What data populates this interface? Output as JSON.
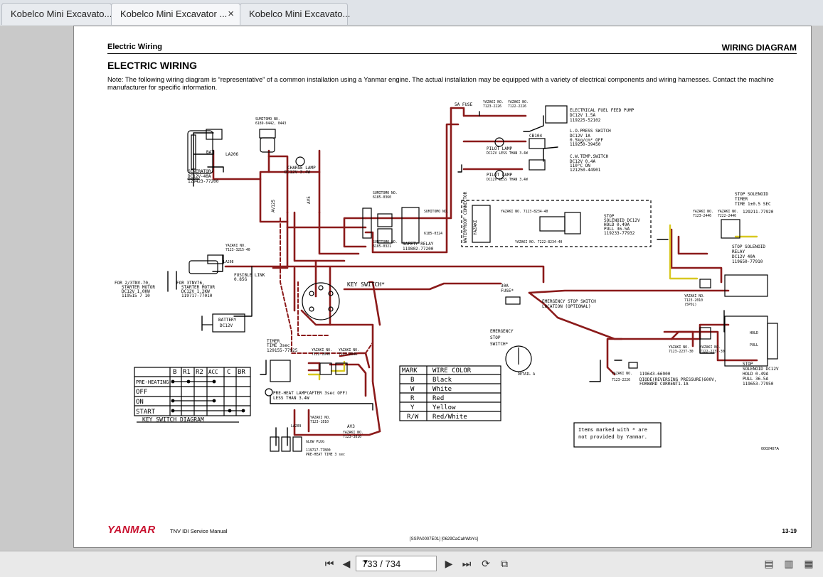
{
  "tabs": [
    {
      "label": "Kobelco Mini Excavato...",
      "active": false
    },
    {
      "label": "Kobelco Mini Excavator ...",
      "active": true,
      "close": "×"
    },
    {
      "label": "Kobelco Mini Excavato...",
      "active": false
    }
  ],
  "page": {
    "header_left": "Electric Wiring",
    "header_right": "WIRING DIAGRAM",
    "title": "ELECTRIC WIRING",
    "note": "Note:  The following wiring diagram is “representative” of a common installation using a Yanmar engine. The actual installation may be equipped with a variety of electrical components and wiring harnesses. Contact the machine manufacturer for specific information.",
    "footer_brand": "YANMAR",
    "footer_manual": "TNV IDI Service Manual",
    "footer_page": "13-19",
    "footer_code": "[SSPA0007E01]  [0629CaCahWbYs]",
    "drawing_code": "0002407A"
  },
  "diagram": {
    "labels": {
      "generator": "GENERATOR",
      "generator_spec": "DC12V-40A",
      "generator_part": "129423-77200",
      "bat": "BAT",
      "la206": "LA206",
      "sumitomo_top": "SUMITOMO NO.",
      "sumitomo_top_no": "6189-0442, 0443",
      "charge_lamp": "CHARGE LAMP",
      "charge_lamp_spec": "DC12V 3.4W",
      "fuse_5a": "5A FUSE",
      "yazaki_a": "YAZAKI NO.",
      "yazaki_a_no": "7123-2226",
      "yazaki_b": "YAZAKI NO.",
      "yazaki_b_no": "7122-2226",
      "fuel_pump": "ELECTRICAL FUEL FEED PUMP",
      "fuel_pump_spec": "DC12V 1.5A",
      "fuel_pump_part": "119225-52102",
      "lo_press": "L.O.PRESS SWITCH",
      "lo_press_spec": "DC12V 1A",
      "lo_press_spec2": "0.5kg/cm² OFF",
      "lo_press_part": "119250-39450",
      "pilot_lamp_1": "PILOT LAMP",
      "pilot_lamp_1_spec": "DC12V LESS THAN 3.4W",
      "cw_temp": "C.W.TEMP.SWITCH",
      "cw_temp_spec": "DC12V 0.4A",
      "cw_temp_spec2": "110°C ON",
      "cw_temp_part": "121250-44901",
      "pilot_lamp_2": "PILOT LAMP",
      "pilot_lamp_2_spec": "DC12V LESS THAN 3.4W",
      "cb104": "CB104",
      "sumitomo_mid": "SUMITOMO NO.",
      "sumitomo_mid_no": "6185-0360",
      "sumitomo_low": "SUMITOMO NO.",
      "sumitomo_low_no": "6185-0321",
      "sumitomo_relay": "SUMITOMO NO.",
      "sumitomo_relay_no": "6185-0324",
      "safety_relay": "SAFETY RELAY",
      "safety_relay_part": "119802-77200",
      "waterproof": "WATERPROOF CONNECTOR",
      "yazaki_wp": "YAZAKI",
      "stop_solenoid_timer": "STOP SOLENOID",
      "timer": "TIMER",
      "timer_spec": "TIME 1±0.5 SEC",
      "timer_part": "129211-77920",
      "yazaki_c": "YAZAKI NO.",
      "yazaki_c_no": "7123-2446",
      "yazaki_d": "YAZAKI NO.",
      "yazaki_d_no": "7222-2446",
      "stop_solenoid_relay": "STOP SOLENOID",
      "relay": "RELAY",
      "relay_spec": "DC12V 40A",
      "relay_part": "119650-77910",
      "stop_sol_mid": "STOP",
      "stop_sol_mid2": "SOLENOID DC12V",
      "stop_sol_mid3": "HOLD 0.49A",
      "stop_sol_mid4": "PULL 36.5A",
      "stop_sol_mid_part": "119233-77932",
      "yazaki_e": "YAZAKI NO. 7123-8234-40",
      "yazaki_f": "YAZAKI NO. 7222-8234-40",
      "starter_left": "FOR 2/3TNV-70,",
      "starter_left2": "STARTER MOTOR",
      "starter_left3": "DC12V 1.0KW",
      "starter_left4": "119515 7 10",
      "starter_right": "FOR 3TNV76,",
      "starter_right2": "STARTER MOTOR",
      "starter_right3": "DC12V 1.2KW",
      "starter_right4": "119717-77010",
      "la208": "LA208",
      "yazaki_g": "YAZAKI NO.",
      "yazaki_g_no": "7123-3215-40",
      "fusible_link": "FUSIBLE LINK",
      "fusible_link_spec": "0.85G",
      "battery": "BATTERY",
      "battery_spec": "DC12V",
      "key_switch": "KEY SWITCH*",
      "fuse_30a": "30A",
      "fuse_30a2": "FUSE*",
      "emergency_stop": "EMERGENCY STOP SWITCH",
      "emergency_stop2": "LOCATION (OPTIONAL)",
      "emergency_stop_sw": "EMERGENCY",
      "emergency_stop_sw2": "STOP",
      "emergency_stop_sw3": "SWITCH*",
      "detail_a": "DETAIL A",
      "yazaki_h": "YAZAKI NO.",
      "yazaki_h_no": "7123-2010",
      "yazaki_h_note": "(5POL)",
      "timer_bl": "TIMER",
      "timer_bl_spec": "TIME 3sec",
      "timer_bl_part": "129155-77925",
      "yazaki_i": "YAZAKI NO.",
      "yazaki_i_no": "7122-2046",
      "yazaki_j": "YAZAKI NO.",
      "yazaki_j_no": "7123-2046",
      "preheat_lamp": "PRE-HEAT LAMP(AFTER 3sec OFF)",
      "preheat_lamp_spec": "LESS THAN 3.4W",
      "glow_plug": "GLOW PLUG",
      "glow_plug_spec": "119717-77800",
      "glow_plug_note": "PRE-HEAT TIME 3 sec",
      "la209": "LA209",
      "yazaki_k": "YAZAKI NO.",
      "yazaki_k_no": "7123-1810",
      "yazaki_l": "YAZAKI NO.",
      "yazaki_l_no": "7123-3810",
      "av3": "AV3",
      "av125": "AV125",
      "av5": "AV5",
      "diode": "DIODE(REVERSING PRESSURE)600V,",
      "diode2": "FORWARD CURRENT1.1A",
      "diode_part": "119643-66900",
      "yazaki_m": "YAZAKI NO.",
      "yazaki_m_no": "7123-2226",
      "stop_solenoid_right": "STOP",
      "stop_solenoid_right2": "SOLENOID DC12V",
      "stop_solenoid_right3": "HOLD 0.49A",
      "stop_solenoid_right4": "PULL 36.5A",
      "stop_solenoid_right_part": "119653-77950",
      "yazaki_n": "YAZAKI NO.",
      "yazaki_n_no": "7123-2237-30",
      "yazaki_o": "YAZAKI NO.",
      "yazaki_o_no": "7122-2237-30",
      "hold": "HOLD",
      "pull": "PULL",
      "items_note": "Items marked with * are",
      "items_note2": "not provided by Yanmar."
    },
    "key_switch_table": {
      "title": "KEY SWITCH DIAGRAM",
      "columns": [
        "B",
        "R1",
        "R2",
        "ACC",
        "C",
        "BR"
      ],
      "rows": [
        "PRE-HEATING",
        "OFF",
        "ON",
        "START"
      ]
    },
    "wire_color_table": {
      "headers": [
        "MARK",
        "WIRE COLOR"
      ],
      "rows": [
        [
          "B",
          "Black"
        ],
        [
          "W",
          "White"
        ],
        [
          "R",
          "Red"
        ],
        [
          "Y",
          "Yellow"
        ],
        [
          "R/W",
          "Red/White"
        ]
      ]
    }
  },
  "viewer": {
    "page_indicator": "733 / 734",
    "icons": [
      "first-page-icon",
      "prev-page-icon",
      "next-page-icon",
      "last-page-icon",
      "rotate-icon",
      "copy-icon",
      "single-page-icon",
      "two-page-icon",
      "grid-view-icon"
    ]
  },
  "colors": {
    "wire_red": "#8b1a1a",
    "wire_black": "#000000",
    "wire_yellow": "#d8c820",
    "brand_red": "#c8102e"
  }
}
